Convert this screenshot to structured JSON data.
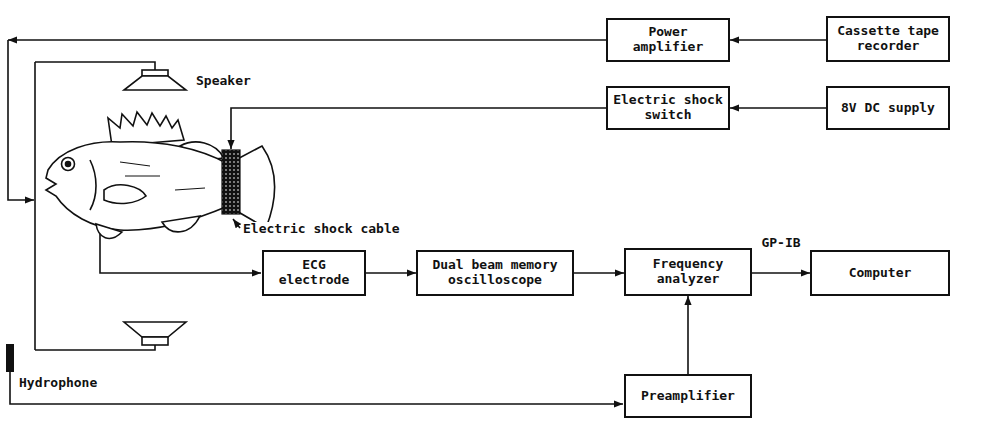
{
  "diagram": {
    "nodes": [
      {
        "text": [
          "Power amplifier"
        ]
      },
      {
        "text": [
          "Cassette tape recorder"
        ]
      },
      {
        "text": [
          "Electric shock switch"
        ]
      },
      {
        "text": [
          "8V DC supply"
        ]
      },
      {
        "text": [
          "ECG electrode"
        ]
      },
      {
        "text": [
          "Dual beam memory oscilloscope"
        ]
      },
      {
        "text": [
          "Frequency analyzer"
        ]
      },
      {
        "text": [
          "Computer"
        ]
      },
      {
        "text": [
          "Preamplifier"
        ]
      }
    ],
    "edges": [
      {
        "from": 1,
        "to": 0,
        "arrow": "to"
      },
      {
        "from": 3,
        "to": 2,
        "arrow": "to"
      },
      {
        "from": 4,
        "to": 5,
        "arrow": "to"
      },
      {
        "from": 5,
        "to": 6,
        "arrow": "to"
      },
      {
        "from": 6,
        "to": 7,
        "arrow": "to",
        "label": "GP-IB"
      },
      {
        "from": 8,
        "to": 6,
        "arrow": "to"
      }
    ],
    "labels": [
      "Speaker",
      "Electric shock cable",
      "Hydrophone"
    ]
  }
}
